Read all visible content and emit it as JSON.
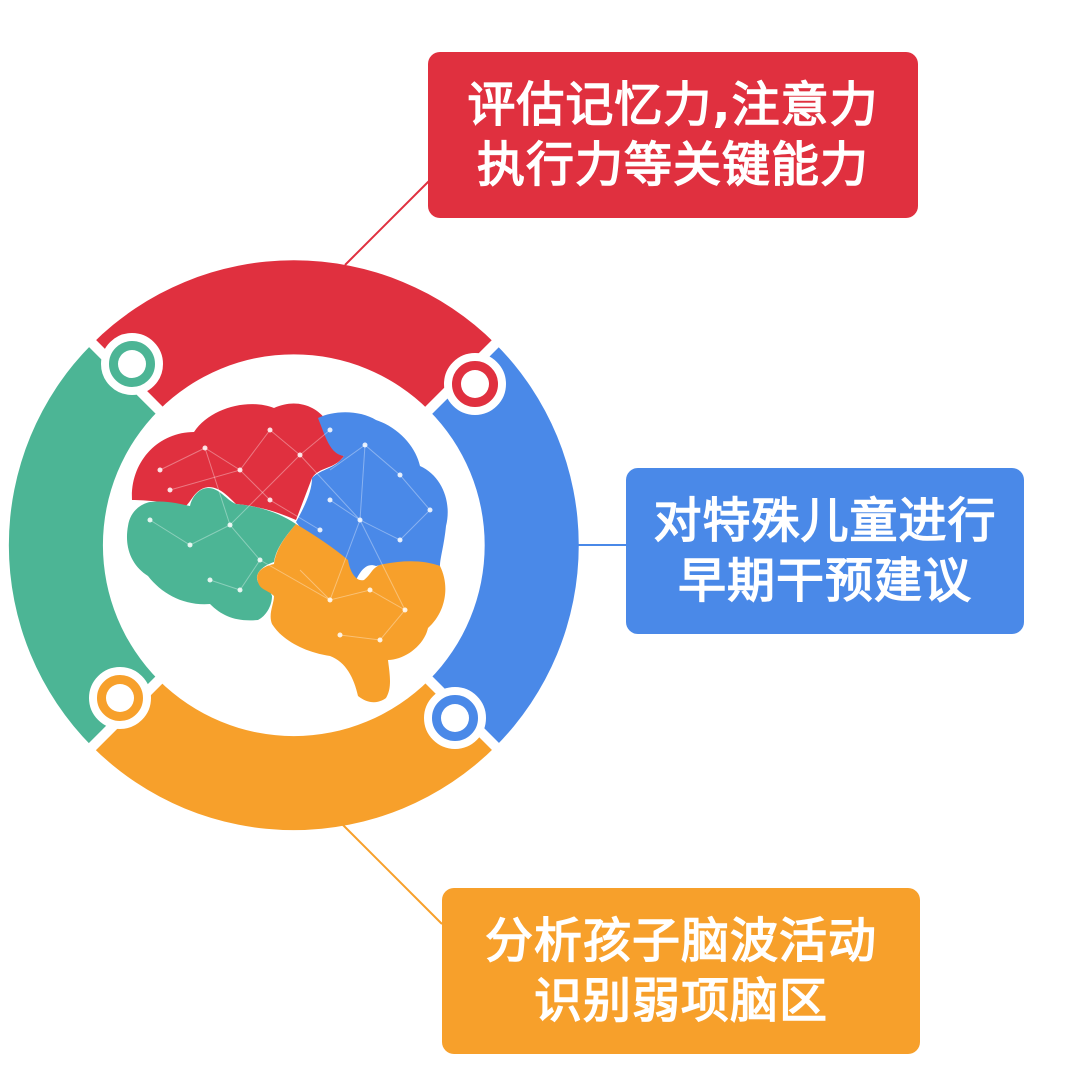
{
  "colors": {
    "red": "#e0303f",
    "blue": "#4a89e8",
    "green": "#4cb595",
    "orange": "#f7a02b",
    "background": "#ffffff"
  },
  "labels": {
    "top": {
      "line1": "评估记忆力,注意力",
      "line2": "执行力等关键能力",
      "color": "#e0303f"
    },
    "right": {
      "line1": "对特殊儿童进行",
      "line2": "早期干预建议",
      "color": "#4a89e8"
    },
    "bottom": {
      "line1": "分析孩子脑波活动",
      "line2": "识别弱项脑区",
      "color": "#f7a02b"
    }
  },
  "icons": {
    "center": "brain-puzzle-icon"
  }
}
